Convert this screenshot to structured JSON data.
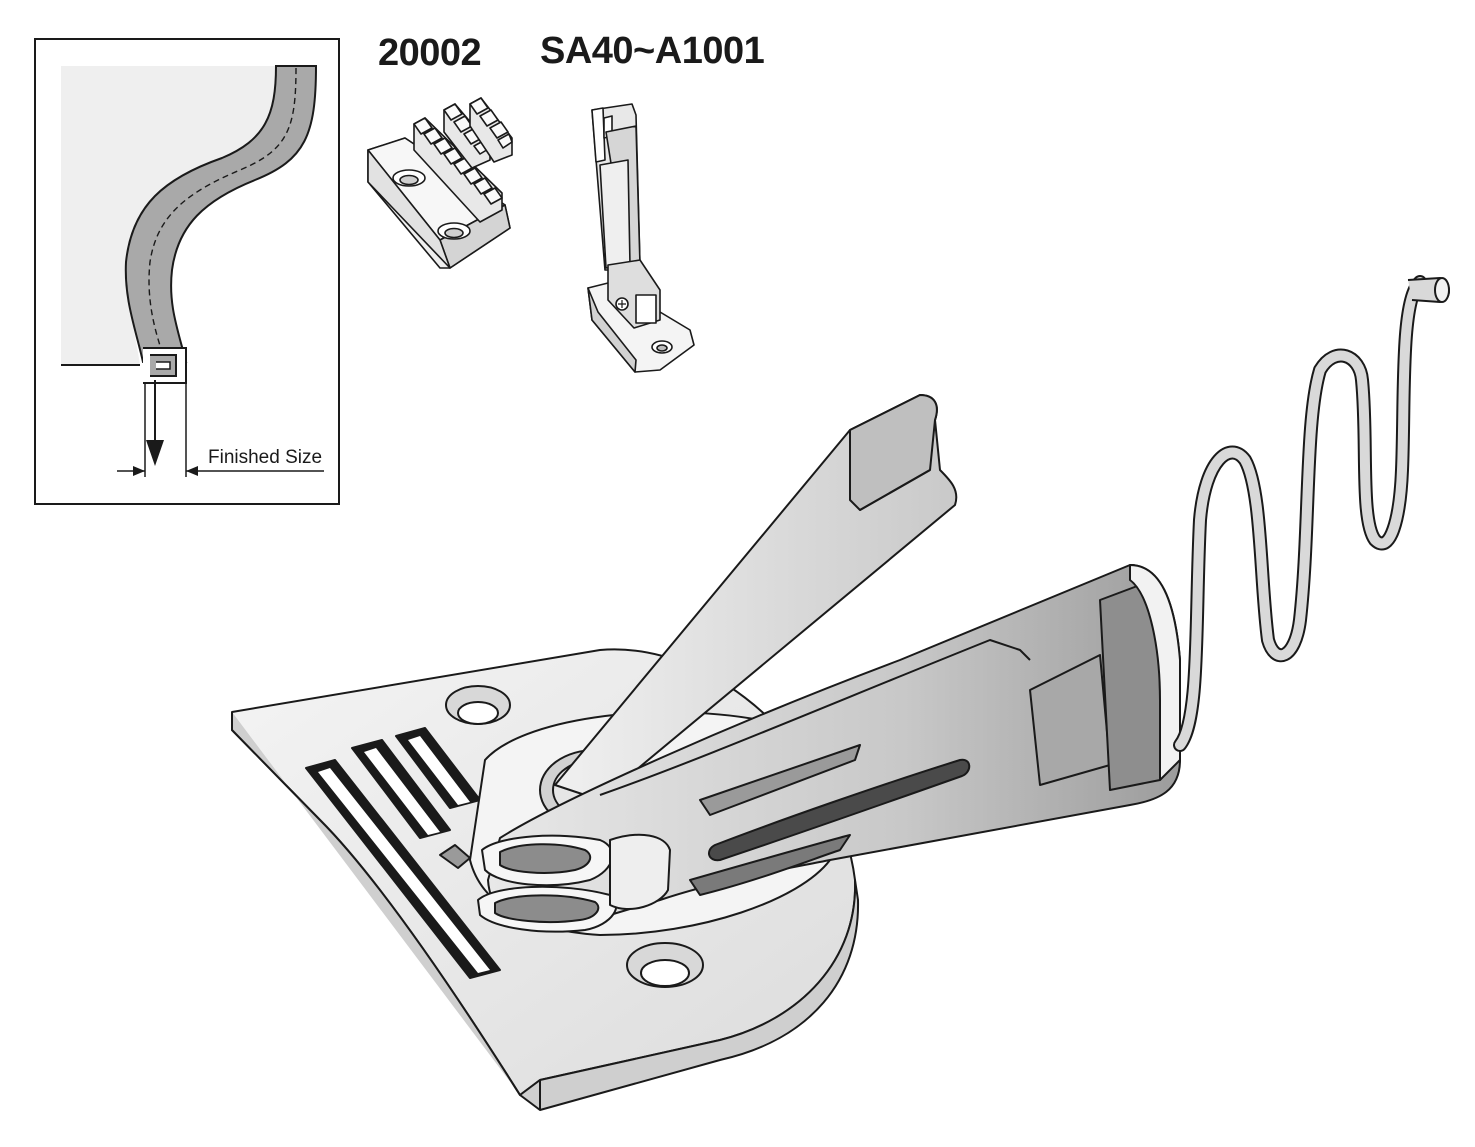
{
  "labels": {
    "feed_dog_code": "20002",
    "presser_foot_code": "SA40~A1001",
    "finished_size": "Finished Size"
  },
  "colors": {
    "line": "#1a1a1a",
    "metal_light": "#f2f2f2",
    "metal_mid": "#d6d6d6",
    "metal_dark": "#9a9a9a",
    "fabric": "#ececec",
    "binding": "#a9a9a9"
  },
  "icons": {
    "feed_dog": "feed-dog-illustration",
    "presser_foot": "presser-foot-illustration",
    "binder": "binder-attachment-illustration"
  }
}
